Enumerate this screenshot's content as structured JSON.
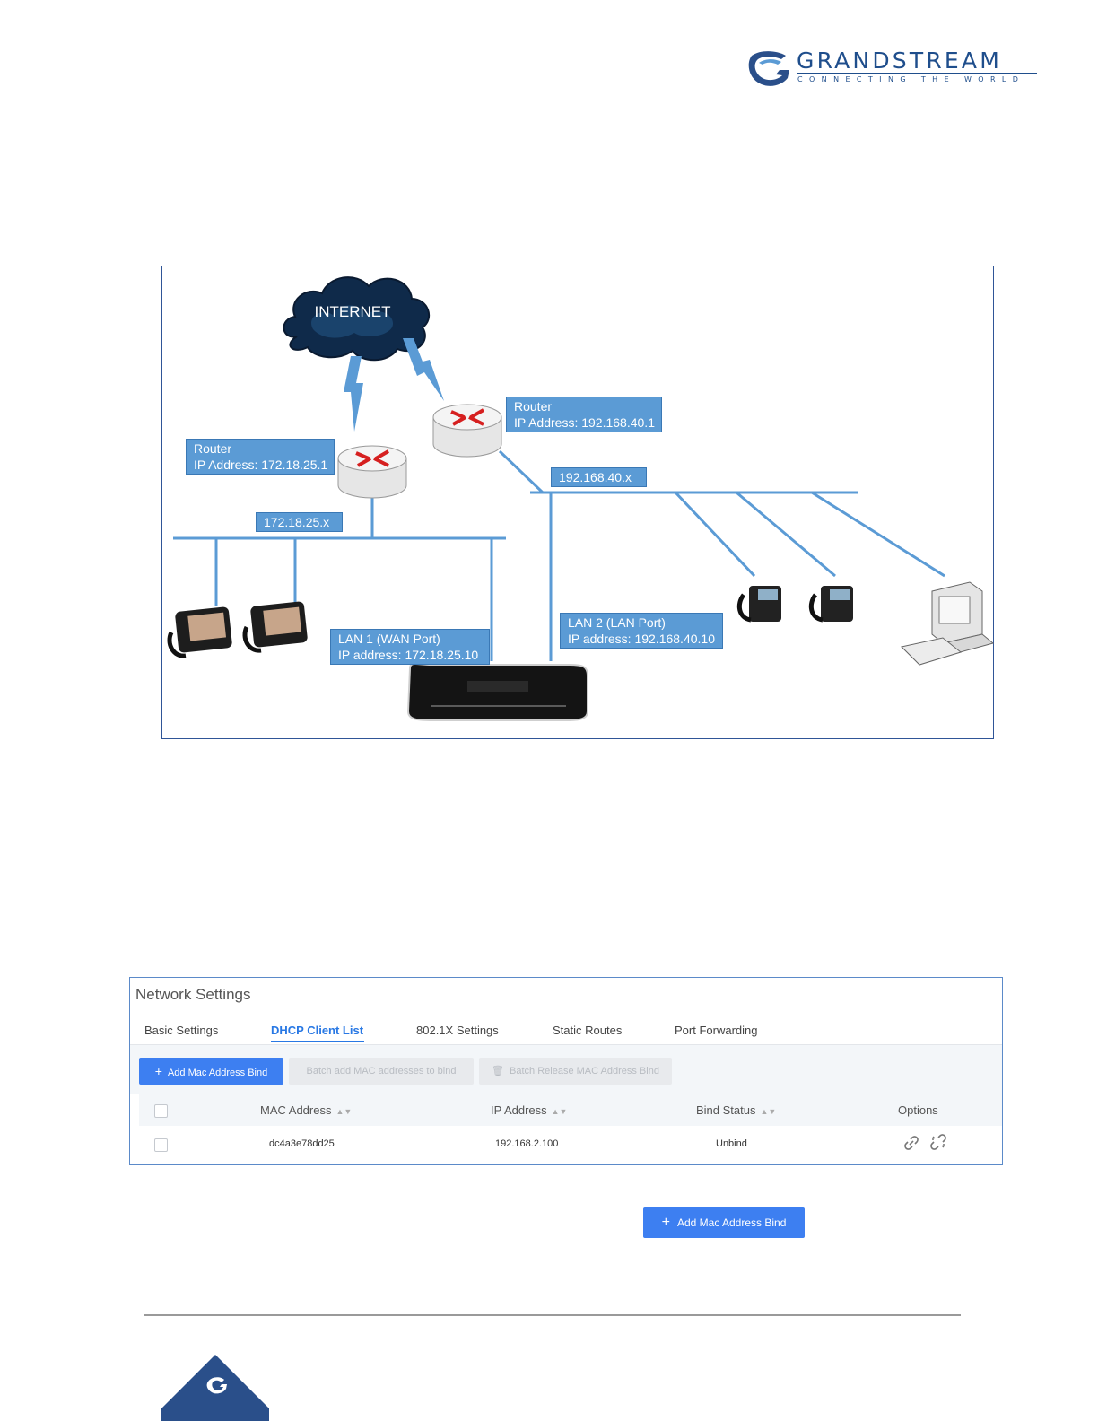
{
  "brand": {
    "name": "GRANDSTREAM",
    "tagline": "CONNECTING THE WORLD",
    "color": "#1f4e8c"
  },
  "diagram": {
    "internet_label": "INTERNET",
    "router1": {
      "line1": "Router",
      "line2": "IP Address: 172.18.25.1"
    },
    "router2": {
      "line1": "Router",
      "line2": "IP Address: 192.168.40.1"
    },
    "subnet1": "172.18.25.x",
    "subnet2": "192.168.40.x",
    "lan1": {
      "line1": "LAN 1 (WAN Port)",
      "line2": "IP address: 172.18.25.10"
    },
    "lan2": {
      "line1": "LAN 2 (LAN Port)",
      "line2": "IP address: 192.168.40.10"
    },
    "label_color": "#5b9bd5"
  },
  "network_settings": {
    "title": "Network Settings",
    "tabs": [
      {
        "label": "Basic Settings",
        "active": false
      },
      {
        "label": "DHCP Client List",
        "active": true
      },
      {
        "label": "802.1X Settings",
        "active": false
      },
      {
        "label": "Static Routes",
        "active": false
      },
      {
        "label": "Port Forwarding",
        "active": false
      }
    ],
    "toolbar": {
      "add_label": "Add Mac Address Bind",
      "batch_add_label": "Batch add MAC addresses to bind",
      "batch_release_label": "Batch Release MAC Address Bind"
    },
    "columns": [
      "MAC Address",
      "IP Address",
      "Bind Status",
      "Options"
    ],
    "rows": [
      {
        "mac": "dc4a3e78dd25",
        "ip": "192.168.2.100",
        "status": "Unbind"
      }
    ],
    "accent_color": "#3d7ff1"
  },
  "standalone_button": {
    "label": "Add Mac Address Bind"
  }
}
